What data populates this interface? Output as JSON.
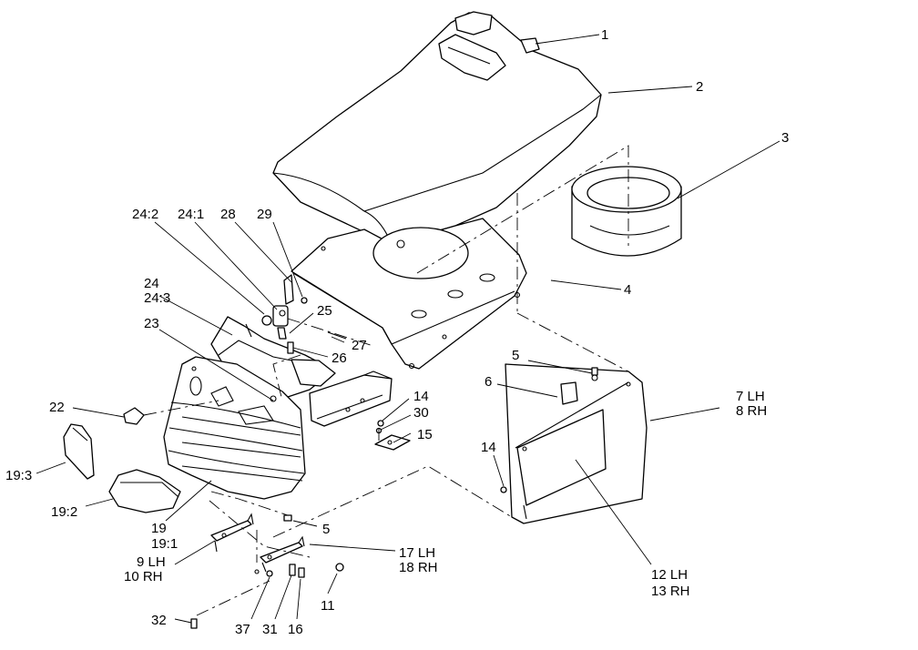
{
  "labels": {
    "l1": "1",
    "l2": "2",
    "l3": "3",
    "l4": "4",
    "l5a": "5",
    "l5b": "5",
    "l6": "6",
    "l7": "7 LH",
    "l8": "8 RH",
    "l9": "9 LH",
    "l10": "10 RH",
    "l11": "11",
    "l12": "12 LH",
    "l13": "13 RH",
    "l14a": "14",
    "l14b": "14",
    "l15": "15",
    "l16": "16",
    "l17": "17 LH",
    "l18": "18 RH",
    "l19": "19",
    "l19_1": "19:1",
    "l19_2": "19:2",
    "l19_3": "19:3",
    "l22": "22",
    "l23": "23",
    "l24": "24",
    "l24_1": "24:1",
    "l24_2": "24:2",
    "l24_3": "24:3",
    "l25": "25",
    "l26": "26",
    "l27": "27",
    "l28": "28",
    "l29": "29",
    "l30": "30",
    "l31": "31",
    "l32": "32",
    "l37": "37"
  }
}
